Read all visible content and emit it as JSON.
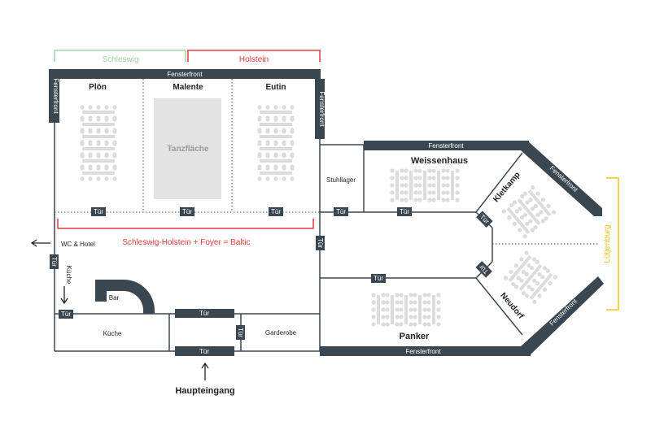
{
  "colors": {
    "wall": "#3a4750",
    "dark": "#3a4750",
    "green": "#9fd3a9",
    "red": "#e23b3b",
    "yellow": "#f0c419",
    "floor": "#e3e3e3",
    "seat": "#dcdcdc",
    "text": "#222222"
  },
  "brackets": {
    "schleswig": "Schleswig",
    "holstein": "Holstein",
    "combined": "Schleswig-Holstein + Foyer = Baltic",
    "luetjenburg": "Lütjenburg"
  },
  "rooms": {
    "ploen": "Plön",
    "malente": "Malente",
    "eutin": "Eutin",
    "tanzflaeche": "Tanzfläche",
    "stuhllager": "Stuhllager",
    "weissenhaus": "Weissenhaus",
    "kletkamp": "Kletkamp",
    "neudorf": "Neudorf",
    "panker": "Panker",
    "wc_hotel": "WC & Hotel",
    "kueche_side": "Küche",
    "bar": "Bar",
    "kueche": "Küche",
    "garderobe": "Garderobe",
    "haupteingang": "Haupteingang"
  },
  "labels": {
    "fensterfront": "Fensterfront",
    "tuer": "Tür"
  }
}
